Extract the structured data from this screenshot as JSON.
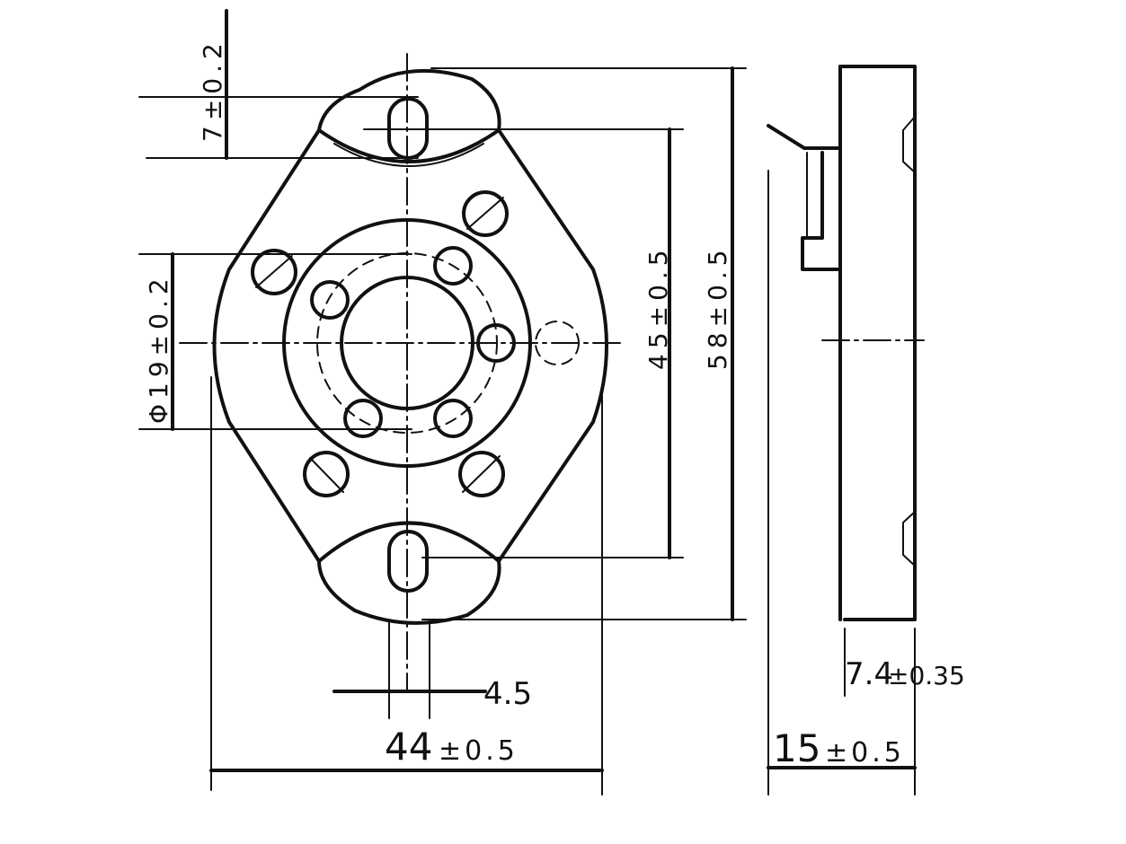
{
  "dimensions": {
    "slot_width": "7±0.2",
    "bore_diameter": "Φ19±0.2",
    "hole_spacing": "45±0.5",
    "overall_length": "58±0.5",
    "lug_width": "4.5",
    "overall_width_main": "44",
    "overall_width_tol": "±0.5",
    "height_main": "15",
    "height_tol": "±0.5",
    "pin_offset_main": "7.4",
    "pin_offset_tol": "±0.35"
  }
}
